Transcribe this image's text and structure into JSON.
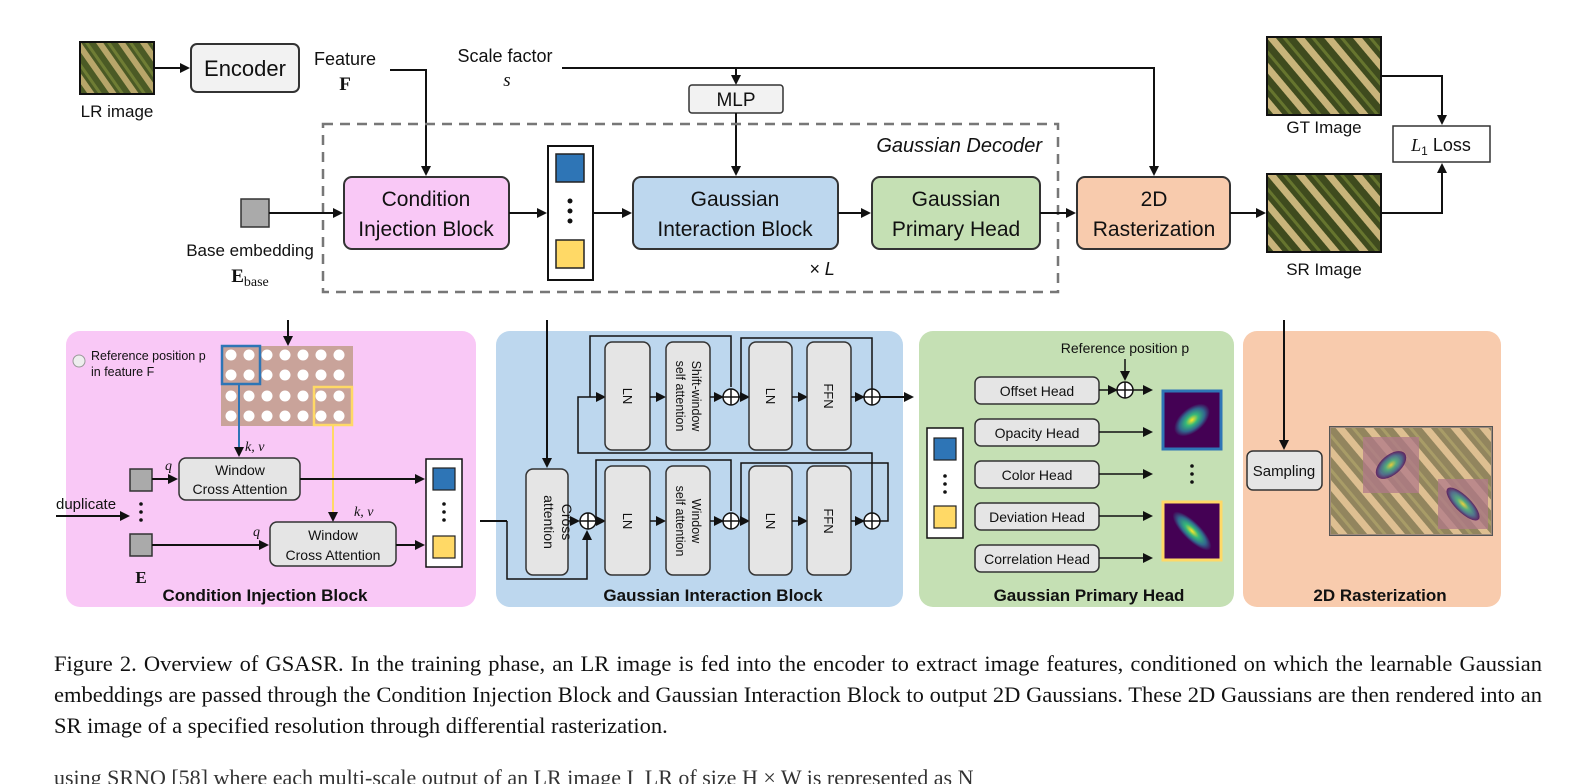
{
  "top": {
    "lr_image_label": "LR image",
    "encoder": "Encoder",
    "feature_label": "Feature",
    "feature_symbol": "F",
    "scale_factor_label": "Scale factor",
    "scale_symbol": "s",
    "mlp": "MLP",
    "decoder_title": "Gaussian Decoder",
    "cib_line1": "Condition",
    "cib_line2": "Injection Block",
    "gib_line1": "Gaussian",
    "gib_line2": "Interaction Block",
    "gph_line1": "Gaussian",
    "gph_line2": "Primary Head",
    "raster_line1": "2D",
    "raster_line2": "Rasterization",
    "times_l": "× L",
    "base_embedding_label": "Base embedding",
    "base_symbol": "E",
    "base_subscript": "base",
    "gt_label": "GT Image",
    "sr_label": "SR Image",
    "loss_symbol": "L",
    "loss_subscript": "1",
    "loss_text": "Loss"
  },
  "cib_panel": {
    "ref_pos_line1": "Reference position p",
    "ref_pos_line2": "in feature F",
    "kv1": "k, v",
    "kv2": "k, v",
    "q1": "q",
    "q2": "q",
    "wca1_line1": "Window",
    "wca1_line2": "Cross Attention",
    "wca2_line1": "Window",
    "wca2_line2": "Cross Attention",
    "duplicate": "duplicate",
    "e_symbol": "E",
    "title": "Condition Injection Block"
  },
  "gib_panel": {
    "cross_line1": "Cross",
    "cross_line2": "attention",
    "ln": "LN",
    "ffn": "FFN",
    "shift_line1": "Shift-window",
    "shift_line2": "self attention",
    "win_line1": "Window",
    "win_line2": "self attention",
    "title": "Gaussian Interaction Block"
  },
  "gph_panel": {
    "ref_pos": "Reference position p",
    "heads": [
      "Offset Head",
      "Opacity Head",
      "Color Head",
      "Deviation Head",
      "Correlation Head"
    ],
    "title": "Gaussian Primary Head"
  },
  "raster_panel": {
    "sampling": "Sampling",
    "title": "2D Rasterization"
  },
  "caption": "Figure 2.  Overview of GSASR. In the training phase, an LR image is fed into the encoder to extract image features, conditioned on which the learnable Gaussian embeddings are passed through the Condition Injection Block and Gaussian Interaction Block to output 2D Gaussians. These 2D Gaussians are then rendered into an SR image of a specified resolution through differential rasterization.",
  "body_fragment": "using SRNO [58] where each multi-scale output of an LR image I_LR of size H × W is represented as N",
  "colors": {
    "cib_fill": "#f9c8f6",
    "gib_fill": "#bdd7ee",
    "gph_fill": "#c5e0b4",
    "raster_fill": "#f8cbad",
    "blue_token": "#2e75b6",
    "yellow_token": "#ffd966"
  }
}
